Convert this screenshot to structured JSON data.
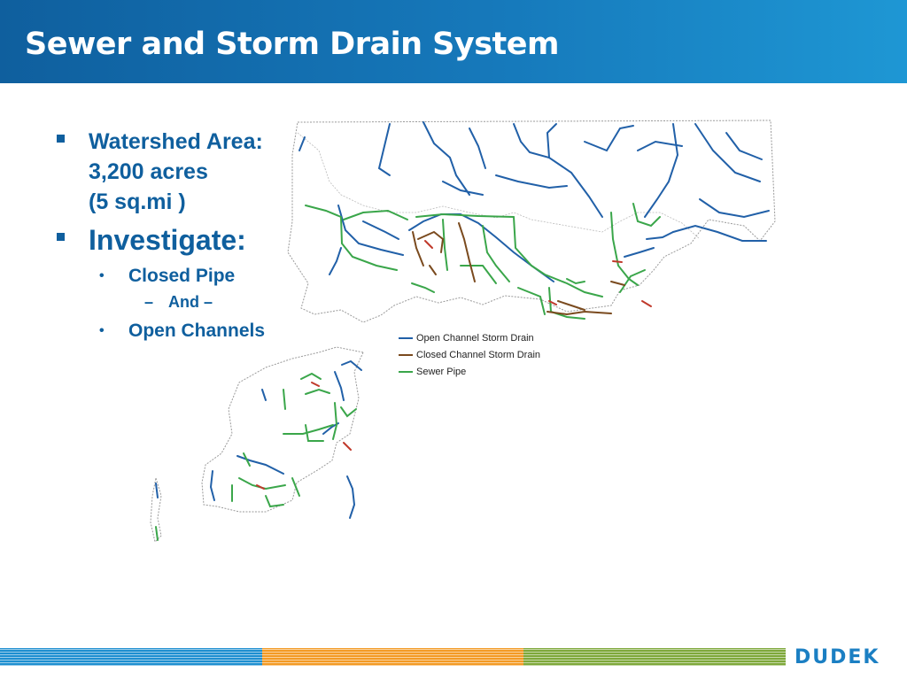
{
  "header": {
    "title": "Sewer and Storm Drain System"
  },
  "bullets": {
    "watershed": {
      "line1": "Watershed Area:",
      "line2": "3,200 acres",
      "line3": "(5 sq.mi )"
    },
    "investigate": {
      "label": "Investigate:",
      "item1": "Closed Pipe",
      "connector": "And –",
      "item2": "Open Channels"
    }
  },
  "legend": {
    "items": [
      {
        "label": "Open Channel Storm Drain",
        "color": "#2160a8"
      },
      {
        "label": "Closed Channel Storm Drain",
        "color": "#7a4a1e"
      },
      {
        "label": "Sewer Pipe",
        "color": "#3aa64a"
      }
    ]
  },
  "colors": {
    "accent": "#0f5f9e",
    "open_channel": "#2160a8",
    "closed_channel": "#7a4a1e",
    "sewer": "#3aa64a",
    "closed_red": "#c0392b"
  },
  "footer": {
    "logo": "DUDEK"
  }
}
